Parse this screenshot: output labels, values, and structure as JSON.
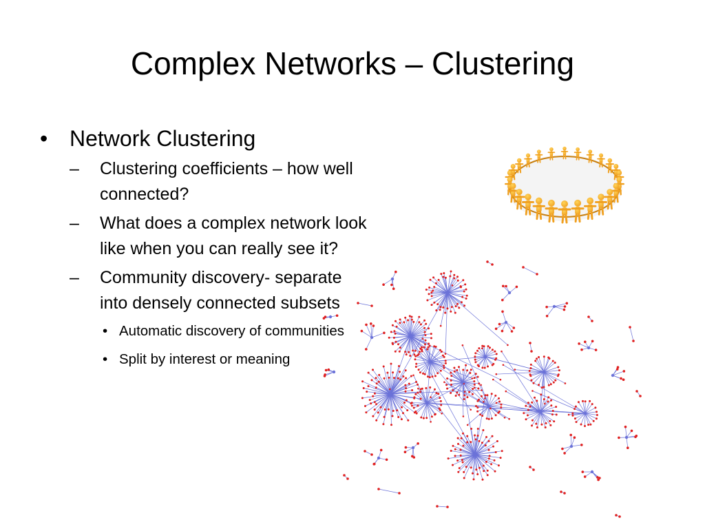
{
  "slide": {
    "title": "Complex Networks – Clustering",
    "bullets": {
      "main": "Network Clustering",
      "sub": [
        "Clustering coefficients – how well connected?",
        "What does a complex network look like when you can really see it?",
        "Community discovery- separate into densely connected subsets"
      ],
      "subsub": [
        "Automatic discovery of communities",
        "Split by interest or meaning"
      ]
    },
    "markers": {
      "bullet": "•",
      "dash": "–"
    }
  },
  "colors": {
    "node": "#e02020",
    "edge": "#6b72d8",
    "figure": "#f0a020"
  },
  "images": {
    "people_ring": "people-holding-hands-circle",
    "network": "network-graph-visualization"
  }
}
